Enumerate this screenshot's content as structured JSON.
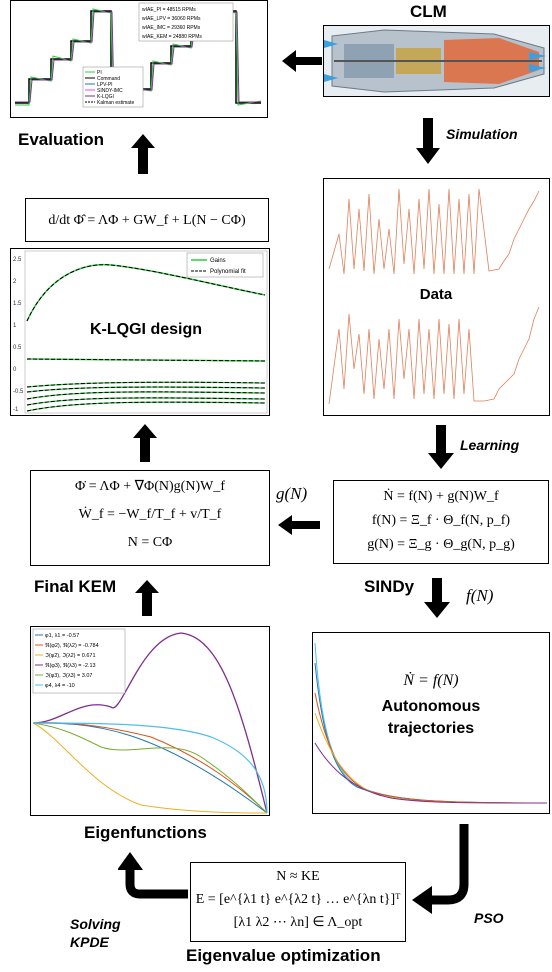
{
  "labels": {
    "clm": "CLM",
    "evaluation": "Evaluation",
    "simulation": "Simulation",
    "data": "Data",
    "learning": "Learning",
    "k_lqgi_design": "K-LQGI design",
    "final_kem": "Final KEM",
    "sindy": "SINDy",
    "f_n": "f(N)",
    "g_n": "g(N)",
    "eigenfunctions": "Eigenfunctions",
    "solving": "Solving",
    "kpde": "KPDE",
    "pso": "PSO",
    "eigenvalue_optimization": "Eigenvalue optimization",
    "autonomous_line1": "Autonomous",
    "autonomous_line2": "trajectories"
  },
  "equations": {
    "observer": "d/dt Φ̂ = ΛΦ + GW_f + L(N − CΦ)",
    "kem1": "Φ̇ = ΛΦ + ∇Φ(N)g(N)W_f",
    "kem2": "Ẇ_f = −W_f/T_f + v/T_f",
    "kem3": "N = CΦ",
    "sindy1": "Ṅ = f(N) + g(N)W_f",
    "sindy2": "f(N) = Ξ_f · Θ_f(N, p_f)",
    "sindy3": "g(N) = Ξ_g · Θ_g(N, p_g)",
    "auto": "Ṅ = f(N)",
    "eig1": "N ≈ KE",
    "eig2": "E = [e^{λ1 t}  e^{λ2 t}  …  e^{λn t}]ᵀ",
    "eig3": "[λ1  λ2  ⋯  λn] ∈ Λ_opt"
  },
  "evaluation_legend": [
    "PI",
    "Command",
    "LPV-PI",
    "SINDY-IMC",
    "K-LQGI",
    "Kalman estimate"
  ],
  "evaluation_iae": [
    "wIAE_PI = 48515 RPMs",
    "wIAE_LPV = 36060 RPMs",
    "wIAE_IMC = 29360 RPMs",
    "wIAE_KEM = 24880 RPMs"
  ],
  "klqgi_legend": [
    "Gains",
    "Polynomial fit"
  ],
  "klqgi_yticks": [
    "2.5",
    "2",
    "1.5",
    "1",
    "0.5",
    "0",
    "-0.5",
    "-1"
  ],
  "eigen_legend": [
    "φ1, λ1 = -0.57",
    "ℜ(φ2), ℜ(λ2) = -0.784",
    "ℑ(φ2), ℑ(λ2) = 0.671",
    "ℜ(φ3), ℜ(λ3) = -2.13",
    "ℑ(φ3), ℑ(λ3) = 3.07",
    "φ4, λ4 = -10"
  ],
  "colors": {
    "sim_line": "#e0805a",
    "gains": "#2ecc40",
    "eig_blue": "#1f77b4",
    "eig_red": "#d95319",
    "eig_yellow": "#edb120",
    "eig_purple": "#7e2f8e",
    "eig_green": "#77ac30",
    "eig_cyan": "#4dbeee"
  }
}
